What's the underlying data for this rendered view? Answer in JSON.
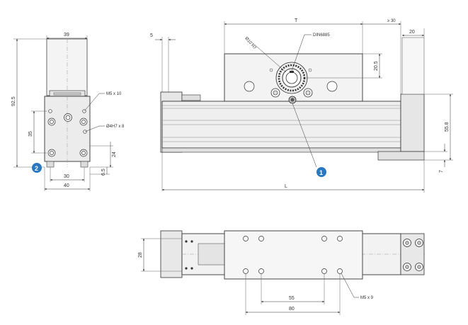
{
  "colors": {
    "body_fill": "#ececec",
    "body_fill_dark": "#d6d6d6",
    "line": "#333333",
    "thin": "#666666",
    "badge": "#2a78c2"
  },
  "callouts": {
    "badge_1": "1",
    "badge_2": "2"
  },
  "side_view": {
    "width_top": "39",
    "height_overall": "92.5",
    "hole_spacing_v": "35",
    "thread_note": "M5 x 10",
    "pin_note": "Ø4H7 x 8",
    "dim_24": "24",
    "dim_6_5": "6.5",
    "hole_spacing_h": "30",
    "width_bottom": "40"
  },
  "front_view": {
    "dim_5": "5",
    "dim_T": "T",
    "dim_plus30": "≥ 30",
    "dim_20": "20",
    "bore_note": "Ø10 H7",
    "bearing_note": "DIN6885",
    "dim_20_5": "20.5",
    "dim_55_8": "55.8",
    "dim_7": "7",
    "dim_L": "L"
  },
  "top_view": {
    "dim_28": "28",
    "dim_55": "55",
    "dim_80": "80",
    "thread_note": "M5 x 9"
  }
}
